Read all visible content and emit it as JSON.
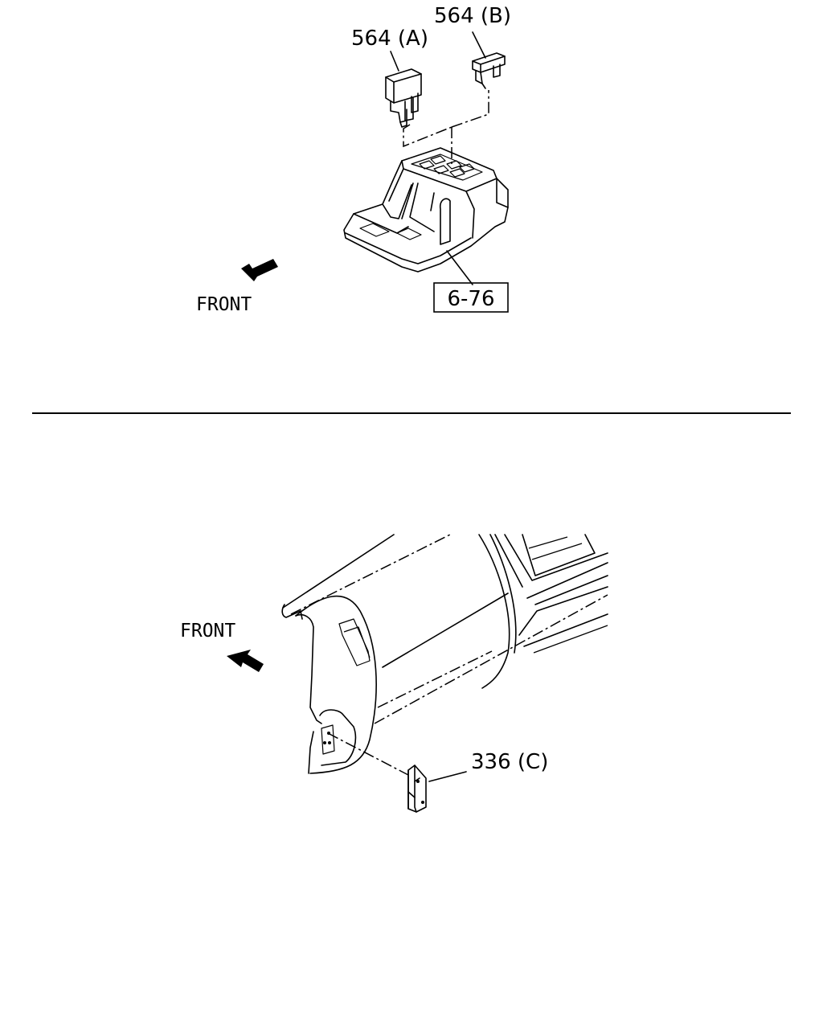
{
  "top_diagram": {
    "callout_a": "564 (A)",
    "callout_b": "564 (B)",
    "ref_box": "6-76",
    "front_label": "FRONT"
  },
  "bottom_diagram": {
    "callout_c": "336 (C)",
    "front_label": "FRONT"
  }
}
